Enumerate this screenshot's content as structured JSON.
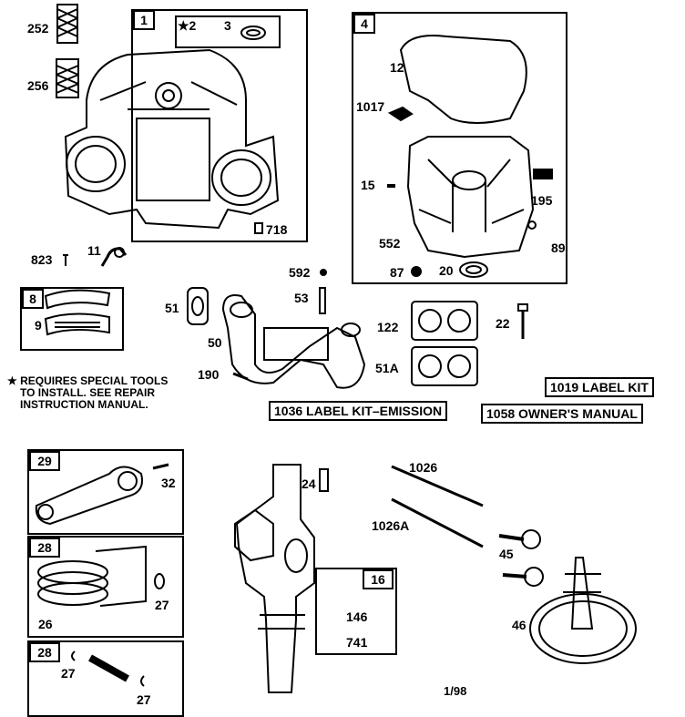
{
  "parts": {
    "p252": "252",
    "p256": "256",
    "p1": "1",
    "p2": "★2",
    "p3": "3",
    "p718": "718",
    "p4": "4",
    "p12": "12",
    "p1017": "1017",
    "p15": "15",
    "p195": "195",
    "p552": "552",
    "p89": "89",
    "p87": "87",
    "p20": "20",
    "p823": "823",
    "p11": "11",
    "p592": "592",
    "p53": "53",
    "p51": "51",
    "p8": "8",
    "p9": "9",
    "p50": "50",
    "p122": "122",
    "p22": "22",
    "p190": "190",
    "p51A": "51A",
    "p29": "29",
    "p32": "32",
    "p24": "24",
    "p1026": "1026",
    "p1026A": "1026A",
    "p45": "45",
    "p28a": "28",
    "p27a": "27",
    "p26": "26",
    "p16": "16",
    "p146": "146",
    "p741": "741",
    "p46": "46",
    "p28b": "28",
    "p27b": "27",
    "p27c": "27"
  },
  "kits": {
    "label_kit": "1019 LABEL KIT",
    "label_kit_emission": "1036 LABEL KIT–EMISSION",
    "owners_manual": "1058 OWNER'S MANUAL"
  },
  "note": {
    "line1": "★ REQUIRES SPECIAL TOOLS",
    "line2": "TO INSTALL.  SEE REPAIR",
    "line3": "INSTRUCTION MANUAL."
  },
  "date_code": "1/98"
}
